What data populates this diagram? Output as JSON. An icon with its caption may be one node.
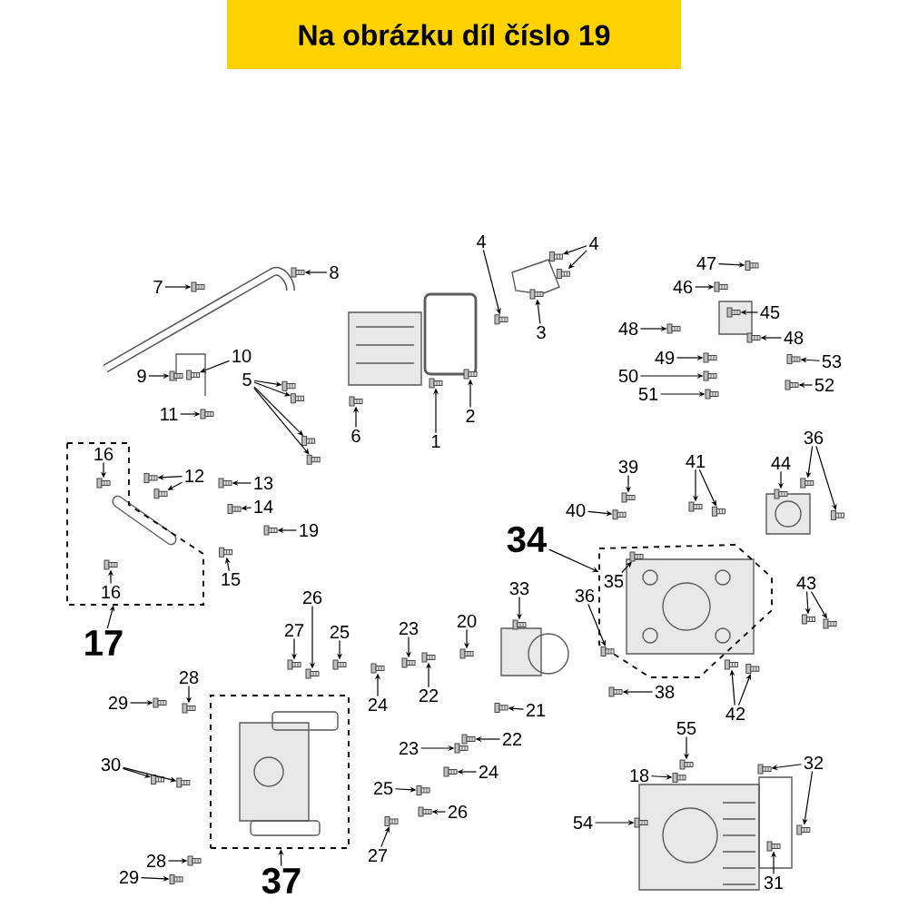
{
  "diagram": {
    "title": "Na obrázku díl číslo 19",
    "nodes": [
      {
        "text": [
          "4"
        ]
      },
      {
        "text": [
          "4"
        ]
      },
      {
        "text": [
          "8"
        ]
      },
      {
        "text": [
          "7"
        ]
      },
      {
        "text": [
          "47"
        ]
      },
      {
        "text": [
          "46"
        ]
      },
      {
        "text": [
          "45"
        ]
      },
      {
        "text": [
          "3"
        ]
      },
      {
        "text": [
          "48"
        ]
      },
      {
        "text": [
          "48"
        ]
      },
      {
        "text": [
          "10"
        ]
      },
      {
        "text": [
          "49"
        ]
      },
      {
        "text": [
          "9"
        ]
      },
      {
        "text": [
          "53"
        ]
      },
      {
        "text": [
          "5"
        ]
      },
      {
        "text": [
          "50"
        ]
      },
      {
        "text": [
          "52"
        ]
      },
      {
        "text": [
          "51"
        ]
      },
      {
        "text": [
          "11"
        ]
      },
      {
        "text": [
          "2"
        ]
      },
      {
        "text": [
          "1"
        ]
      },
      {
        "text": [
          "6"
        ]
      },
      {
        "text": [],
        "shape": "box"
      },
      {
        "text": [
          "36"
        ]
      },
      {
        "text": [
          "16"
        ],
        "in": 22
      },
      {
        "text": [
          "41"
        ]
      },
      {
        "text": [
          "44"
        ]
      },
      {
        "text": [
          "39"
        ]
      },
      {
        "text": [
          "12"
        ]
      },
      {
        "text": [
          "13"
        ]
      },
      {
        "text": [
          "14"
        ]
      },
      {
        "text": [
          "40"
        ]
      },
      {
        "text": [
          "19"
        ]
      },
      {
        "text": [],
        "shape": "box"
      },
      {
        "text": [
          "34"
        ]
      },
      {
        "text": [
          "15"
        ]
      },
      {
        "text": [
          "35"
        ],
        "in": 33
      },
      {
        "text": [
          "43"
        ]
      },
      {
        "text": [
          "16"
        ],
        "in": 22
      },
      {
        "text": [
          "26"
        ]
      },
      {
        "text": [
          "36"
        ]
      },
      {
        "text": [
          "33"
        ]
      },
      {
        "text": [
          "20"
        ]
      },
      {
        "text": [
          "23"
        ]
      },
      {
        "text": [
          "27"
        ]
      },
      {
        "text": [
          "25"
        ]
      },
      {
        "text": [
          "17"
        ]
      },
      {
        "text": [
          "28"
        ]
      },
      {
        "text": [
          "38"
        ]
      },
      {
        "text": [
          "22"
        ]
      },
      {
        "text": [],
        "shape": "box"
      },
      {
        "text": [
          "29"
        ]
      },
      {
        "text": [
          "24"
        ]
      },
      {
        "text": [
          "21"
        ]
      },
      {
        "text": [
          "42"
        ]
      },
      {
        "text": [
          "55"
        ]
      },
      {
        "text": [
          "22"
        ]
      },
      {
        "text": [
          "23"
        ]
      },
      {
        "text": [
          "32"
        ]
      },
      {
        "text": [
          "30"
        ]
      },
      {
        "text": [
          "24"
        ]
      },
      {
        "text": [
          "18"
        ]
      },
      {
        "text": [
          "25"
        ]
      },
      {
        "text": [
          "26"
        ]
      },
      {
        "text": [
          "54"
        ]
      },
      {
        "text": [
          "27"
        ]
      },
      {
        "text": [
          "28"
        ]
      },
      {
        "text": [
          "29"
        ]
      },
      {
        "text": [
          "37"
        ]
      },
      {
        "text": [
          "31"
        ]
      },
      {
        "text": [],
        "shape": "picture"
      },
      {
        "text": [],
        "shape": "picture"
      },
      {
        "text": [],
        "shape": "picture"
      },
      {
        "text": [],
        "shape": "picture"
      },
      {
        "text": [],
        "shape": "picture"
      },
      {
        "text": [],
        "shape": "picture"
      },
      {
        "text": [],
        "shape": "picture"
      },
      {
        "text": [],
        "shape": "picture"
      },
      {
        "text": [],
        "shape": "picture"
      },
      {
        "text": [],
        "shape": "picture"
      },
      {
        "text": [],
        "shape": "picture"
      },
      {
        "text": [],
        "shape": "picture"
      },
      {
        "text": [],
        "shape": "picture"
      },
      {
        "text": [],
        "shape": "picture"
      },
      {
        "text": [],
        "shape": "picture"
      },
      {
        "text": [],
        "shape": "picture"
      },
      {
        "text": [],
        "shape": "picture"
      },
      {
        "text": [],
        "shape": "picture"
      },
      {
        "text": [],
        "shape": "picture"
      },
      {
        "text": [],
        "shape": "picture"
      },
      {
        "text": [],
        "shape": "picture"
      },
      {
        "text": [],
        "shape": "picture"
      },
      {
        "text": [],
        "shape": "picture"
      },
      {
        "text": [],
        "shape": "picture"
      },
      {
        "text": [],
        "shape": "picture"
      },
      {
        "text": [],
        "shape": "picture"
      },
      {
        "text": [],
        "shape": "picture"
      },
      {
        "text": [],
        "shape": "picture"
      },
      {
        "text": [],
        "shape": "picture",
        "in": 22
      },
      {
        "text": [],
        "shape": "picture"
      },
      {
        "text": [],
        "shape": "picture"
      },
      {
        "text": [],
        "shape": "picture"
      },
      {
        "text": [],
        "shape": "picture"
      },
      {
        "text": [],
        "shape": "picture"
      },
      {
        "text": [],
        "shape": "picture"
      },
      {
        "text": [],
        "shape": "picture"
      },
      {
        "text": [],
        "shape": "picture"
      },
      {
        "text": [],
        "shape": "picture"
      },
      {
        "text": [],
        "shape": "picture"
      },
      {
        "text": [],
        "shape": "picture"
      },
      {
        "text": [],
        "shape": "picture",
        "in": 33
      },
      {
        "text": [],
        "shape": "picture"
      },
      {
        "text": [],
        "shape": "picture"
      },
      {
        "text": [],
        "shape": "picture",
        "in": 22
      },
      {
        "text": [],
        "shape": "picture"
      },
      {
        "text": [],
        "shape": "picture"
      },
      {
        "text": [],
        "shape": "picture"
      },
      {
        "text": [],
        "shape": "picture"
      },
      {
        "text": [],
        "shape": "picture"
      },
      {
        "text": [],
        "shape": "picture"
      },
      {
        "text": [],
        "shape": "picture"
      },
      {
        "text": [],
        "shape": "picture"
      },
      {
        "text": [],
        "shape": "picture"
      },
      {
        "text": [],
        "shape": "picture"
      },
      {
        "text": [],
        "shape": "picture"
      },
      {
        "text": [],
        "shape": "picture"
      },
      {
        "text": [],
        "shape": "picture"
      },
      {
        "text": [],
        "shape": "picture"
      },
      {
        "text": [],
        "shape": "picture"
      },
      {
        "text": [],
        "shape": "picture"
      },
      {
        "text": [],
        "shape": "picture"
      },
      {
        "text": [],
        "shape": "picture"
      },
      {
        "text": [],
        "shape": "picture"
      },
      {
        "text": [],
        "shape": "picture"
      },
      {
        "text": [],
        "shape": "picture"
      },
      {
        "text": [],
        "shape": "picture"
      },
      {
        "text": [],
        "shape": "picture"
      },
      {
        "text": [],
        "shape": "picture"
      },
      {
        "text": [],
        "shape": "picture"
      },
      {
        "text": [],
        "shape": "picture"
      },
      {
        "text": [],
        "shape": "picture"
      },
      {
        "text": [],
        "shape": "picture"
      },
      {
        "text": [],
        "shape": "picture"
      },
      {
        "text": [],
        "shape": "picture"
      },
      {
        "text": [],
        "shape": "picture"
      }
    ],
    "edges": [
      {
        "from": 0,
        "to": 70,
        "arrow": "to"
      },
      {
        "from": 1,
        "to": 71,
        "arrow": "to"
      },
      {
        "from": 1,
        "to": 72,
        "arrow": "to"
      },
      {
        "from": 2,
        "to": 73,
        "arrow": "to"
      },
      {
        "from": 3,
        "to": 74,
        "arrow": "to"
      },
      {
        "from": 4,
        "to": 75,
        "arrow": "to"
      },
      {
        "from": 5,
        "to": 76,
        "arrow": "to"
      },
      {
        "from": 6,
        "to": 77,
        "arrow": "to"
      },
      {
        "from": 7,
        "to": 78,
        "arrow": "to"
      },
      {
        "from": 8,
        "to": 79,
        "arrow": "to"
      },
      {
        "from": 9,
        "to": 80,
        "arrow": "to"
      },
      {
        "from": 10,
        "to": 81,
        "arrow": "to"
      },
      {
        "from": 11,
        "to": 82,
        "arrow": "to"
      },
      {
        "from": 12,
        "to": 83,
        "arrow": "to"
      },
      {
        "from": 13,
        "to": 84,
        "arrow": "to"
      },
      {
        "from": 14,
        "to": 85,
        "arrow": "to"
      },
      {
        "from": 14,
        "to": 86,
        "arrow": "to"
      },
      {
        "from": 14,
        "to": 87,
        "arrow": "to"
      },
      {
        "from": 14,
        "to": 88,
        "arrow": "to"
      },
      {
        "from": 15,
        "to": 89,
        "arrow": "to"
      },
      {
        "from": 16,
        "to": 90,
        "arrow": "to"
      },
      {
        "from": 17,
        "to": 91,
        "arrow": "to"
      },
      {
        "from": 18,
        "to": 92,
        "arrow": "to"
      },
      {
        "from": 19,
        "to": 93,
        "arrow": "to"
      },
      {
        "from": 20,
        "to": 94,
        "arrow": "to"
      },
      {
        "from": 21,
        "to": 95,
        "arrow": "to"
      },
      {
        "from": 23,
        "to": 96,
        "arrow": "to"
      },
      {
        "from": 23,
        "to": 97,
        "arrow": "to"
      },
      {
        "from": 24,
        "to": 98,
        "arrow": "to"
      },
      {
        "from": 25,
        "to": 99,
        "arrow": "to"
      },
      {
        "from": 25,
        "to": 100,
        "arrow": "to"
      },
      {
        "from": 26,
        "to": 101,
        "arrow": "to"
      },
      {
        "from": 27,
        "to": 102,
        "arrow": "to"
      },
      {
        "from": 28,
        "to": 103,
        "arrow": "to"
      },
      {
        "from": 28,
        "to": 104,
        "arrow": "to"
      },
      {
        "from": 29,
        "to": 105,
        "arrow": "to"
      },
      {
        "from": 30,
        "to": 106,
        "arrow": "to"
      },
      {
        "from": 31,
        "to": 107,
        "arrow": "to"
      },
      {
        "from": 32,
        "to": 108,
        "arrow": "to"
      },
      {
        "from": 34,
        "to": 33,
        "arrow": "to"
      },
      {
        "from": 35,
        "to": 109,
        "arrow": "to"
      },
      {
        "from": 36,
        "to": 110,
        "arrow": "to"
      },
      {
        "from": 37,
        "to": 111,
        "arrow": "to"
      },
      {
        "from": 37,
        "to": 112,
        "arrow": "to"
      },
      {
        "from": 38,
        "to": 113,
        "arrow": "to"
      },
      {
        "from": 39,
        "to": 114,
        "arrow": "to"
      },
      {
        "from": 40,
        "to": 115,
        "arrow": "to"
      },
      {
        "from": 41,
        "to": 116,
        "arrow": "to"
      },
      {
        "from": 42,
        "to": 117,
        "arrow": "to"
      },
      {
        "from": 43,
        "to": 118,
        "arrow": "to"
      },
      {
        "from": 44,
        "to": 119,
        "arrow": "to"
      },
      {
        "from": 45,
        "to": 120,
        "arrow": "to"
      },
      {
        "from": 46,
        "to": 22,
        "arrow": "to"
      },
      {
        "from": 47,
        "to": 121,
        "arrow": "to"
      },
      {
        "from": 48,
        "to": 122,
        "arrow": "to"
      },
      {
        "from": 49,
        "to": 123,
        "arrow": "to"
      },
      {
        "from": 51,
        "to": 124,
        "arrow": "to"
      },
      {
        "from": 52,
        "to": 125,
        "arrow": "to"
      },
      {
        "from": 53,
        "to": 126,
        "arrow": "to"
      },
      {
        "from": 54,
        "to": 127,
        "arrow": "to"
      },
      {
        "from": 54,
        "to": 128,
        "arrow": "to"
      },
      {
        "from": 55,
        "to": 129,
        "arrow": "to"
      },
      {
        "from": 56,
        "to": 130,
        "arrow": "to"
      },
      {
        "from": 57,
        "to": 131,
        "arrow": "to"
      },
      {
        "from": 58,
        "to": 132,
        "arrow": "to"
      },
      {
        "from": 58,
        "to": 133,
        "arrow": "to"
      },
      {
        "from": 59,
        "to": 134,
        "arrow": "to"
      },
      {
        "from": 59,
        "to": 135,
        "arrow": "to"
      },
      {
        "from": 60,
        "to": 136,
        "arrow": "to"
      },
      {
        "from": 61,
        "to": 137,
        "arrow": "to"
      },
      {
        "from": 62,
        "to": 138,
        "arrow": "to"
      },
      {
        "from": 63,
        "to": 139,
        "arrow": "to"
      },
      {
        "from": 64,
        "to": 140,
        "arrow": "to"
      },
      {
        "from": 65,
        "to": 141,
        "arrow": "to"
      },
      {
        "from": 66,
        "to": 142,
        "arrow": "to"
      },
      {
        "from": 67,
        "to": 143,
        "arrow": "to"
      },
      {
        "from": 68,
        "to": 50,
        "arrow": "to"
      },
      {
        "from": 69,
        "to": 144,
        "arrow": "to"
      }
    ]
  }
}
